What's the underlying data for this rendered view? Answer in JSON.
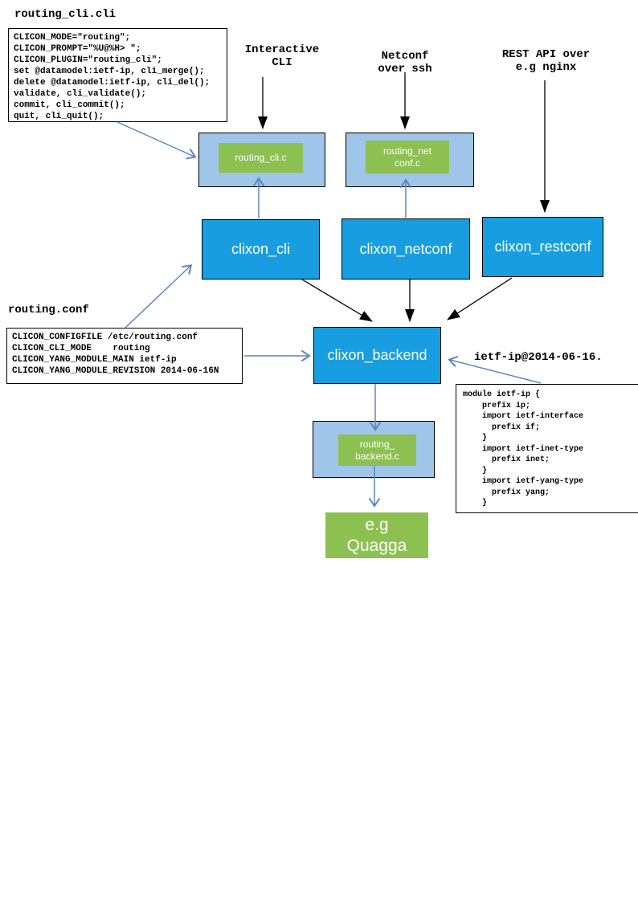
{
  "colors": {
    "dark_blue": "#189DE0",
    "light_blue": "#9FC5E8",
    "green": "#8CC152",
    "arrow_blue": "#5B87BE",
    "black": "#000000"
  },
  "file_labels": {
    "routing_cli_file": "routing_cli.cli",
    "routing_conf_file": "routing.conf",
    "ietf_ip_file": "ietf-ip@2014-06-16."
  },
  "access_labels": {
    "interactive_cli": "Interactive\nCLI",
    "netconf": "Netconf\nover ssh",
    "rest": "REST API over\ne.g nginx"
  },
  "code_boxes": {
    "routing_cli_cli": [
      "CLICON_MODE=\"routing\";",
      "CLICON_PROMPT=\"%U@%H> \";",
      "CLICON_PLUGIN=\"routing_cli\";",
      "set @datamodel:ietf-ip, cli_merge();",
      "delete @datamodel:ietf-ip, cli_del();",
      "validate, cli_validate();",
      "commit, cli_commit();",
      "quit, cli_quit();"
    ],
    "routing_conf": [
      "CLICON_CONFIGFILE /etc/routing.conf",
      "CLICON_CLI_MODE    routing",
      "CLICON_YANG_MODULE_MAIN ietf-ip",
      "CLICON_YANG_MODULE_REVISION 2014-06-16N"
    ],
    "ietf_ip_yang": [
      "module ietf-ip {",
      "    prefix ip;",
      "    import ietf-interface",
      "      prefix if;",
      "    }",
      "    import ietf-inet-type",
      "      prefix inet;",
      "    }",
      "    import ietf-yang-type",
      "      prefix yang;",
      "    }"
    ]
  },
  "components": {
    "routing_cli_c": "routing_cli.c",
    "routing_netconf_c": "routing_net\nconf.c",
    "clixon_cli": "clixon_cli",
    "clixon_netconf": "clixon_netconf",
    "clixon_restconf": "clixon_restconf",
    "clixon_backend": "clixon_backend",
    "routing_backend_c": "routing_\nbackend.c",
    "quagga": "e.g\nQuagga"
  }
}
